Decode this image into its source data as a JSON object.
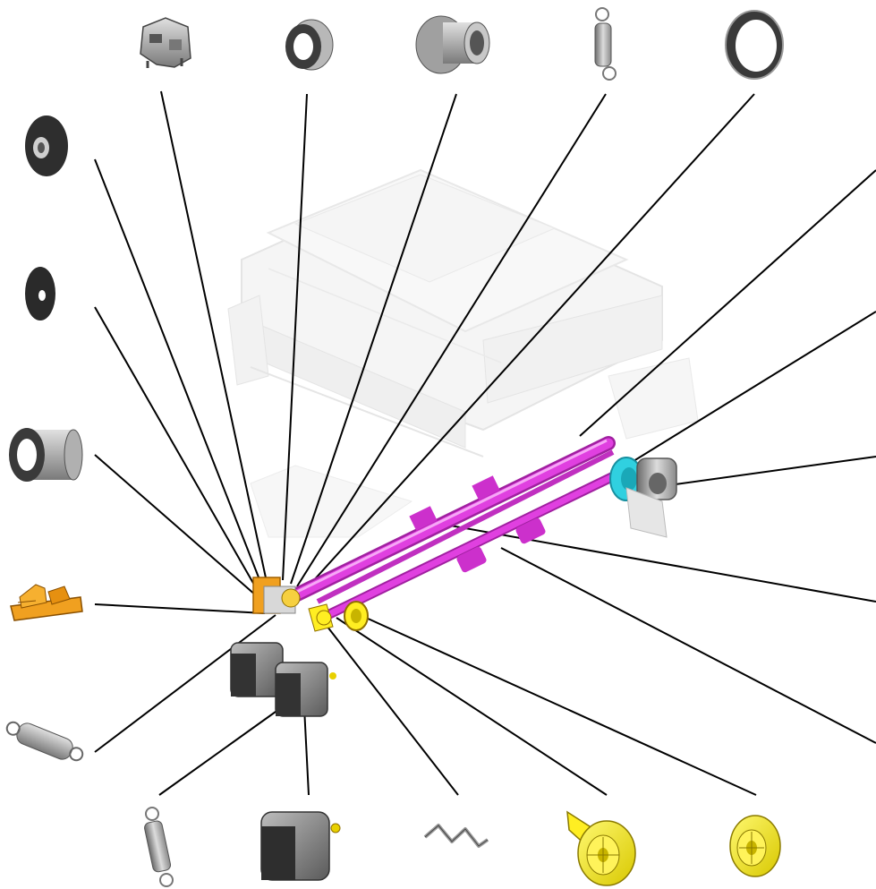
{
  "diagram": {
    "parts": [
      {
        "id": "bearing-bracket",
        "icon": "bracket-icon"
      },
      {
        "id": "bushing-small",
        "icon": "ring-icon"
      },
      {
        "id": "flanged-bushing",
        "icon": "flanged-bushing-icon"
      },
      {
        "id": "spring-top",
        "icon": "spring-icon"
      },
      {
        "id": "flat-ring",
        "icon": "ring-icon"
      },
      {
        "id": "washer-large",
        "icon": "washer-icon"
      },
      {
        "id": "washer-thin",
        "icon": "washer-icon"
      },
      {
        "id": "bushing-long",
        "icon": "bushing-icon"
      },
      {
        "id": "sensor-bracket",
        "icon": "bracket-icon"
      },
      {
        "id": "spring-left",
        "icon": "spring-icon"
      },
      {
        "id": "spring-bottom",
        "icon": "spring-icon"
      },
      {
        "id": "motor",
        "icon": "motor-icon"
      },
      {
        "id": "wire-clip",
        "icon": "clip-icon"
      },
      {
        "id": "gear-cam",
        "icon": "gear-icon"
      },
      {
        "id": "gear-small",
        "icon": "gear-icon"
      }
    ],
    "colors": {
      "shaft": "#e040e0",
      "shaft_dark": "#a020a0",
      "gear": "#ffee22",
      "gear_dark": "#c8b400",
      "coupling": "#30d0e0",
      "bracket": "#f0a020",
      "metal": "#a8a8a8",
      "metal_dark": "#4a4a4a",
      "frame": "#dcdcdc",
      "leader": "#000000"
    }
  }
}
